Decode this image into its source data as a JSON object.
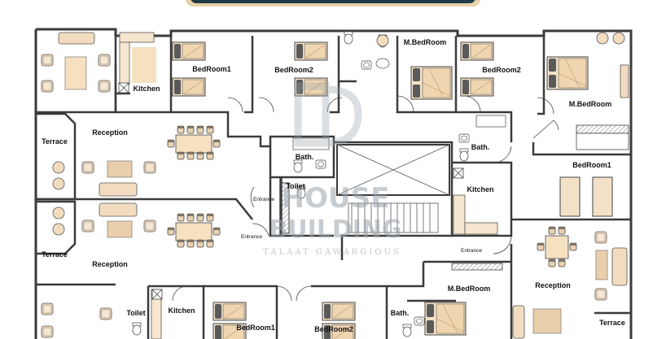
{
  "rooms": {
    "kitchen_top": "Kitchen",
    "bedroom1_top": "BedRoom1",
    "bedroom2_top_a": "BedRoom2",
    "mbedroom_top_a": "M.BedRoom",
    "bedroom2_top_b": "BedRoom2",
    "mbedroom_top_b": "M.BedRoom",
    "terrace_top": "Terrace",
    "reception_top": "Reception",
    "bath_center": "Bath.",
    "toilet_center": "Toilet",
    "bath_right": "Bath.",
    "kitchen_right": "Kitchen",
    "bedroom1_right": "BedRoom1",
    "terrace_mid": "Terrace",
    "reception_mid": "Reception",
    "reception_right": "Reception",
    "toilet_bottom": "Toilet",
    "kitchen_bottom": "Kitchen",
    "bedroom1_bottom": "BedRoom1",
    "bedroom2_bottom": "BedRoom2",
    "bath_bottom": "Bath.",
    "mbedroom_bottom": "M.BedRoom",
    "terrace_bottom_right": "Terrace"
  },
  "entrances": {
    "entrance_a": "Entrance",
    "entrance_b": "Entrance",
    "entrance_c": "Entrance"
  },
  "watermark": {
    "line1": "HOUSE",
    "line2": "BUILDING",
    "author": "TALAAT GAWARGIOUS"
  },
  "colors": {
    "wall": "#3b3b3b",
    "furniture_fill": "#f2dcc0",
    "bed_fill": "#f4e2c8",
    "pillow_fill": "#5a5a5a",
    "title_bar": "#1f3a48",
    "title_border": "#e7d3a8"
  }
}
